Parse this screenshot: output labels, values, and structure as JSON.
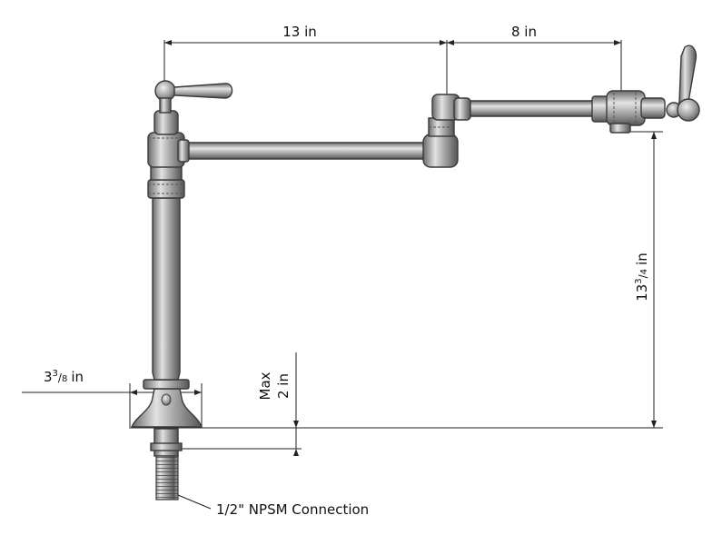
{
  "labels": {
    "dim_top_left": "13 in",
    "dim_top_right": "8 in",
    "dim_height_main": "13",
    "dim_height_num": "3",
    "dim_height_den": "4",
    "dim_height_unit": "in",
    "dim_base_main": "3",
    "dim_base_num": "3",
    "dim_base_den": "8",
    "dim_base_unit": "in",
    "dim_max_line1": "Max",
    "dim_max_line2": "2 in",
    "connection": "1/2\" NPSM Connection"
  },
  "colors": {
    "metal_light": "#d9d9d9",
    "metal_mid": "#9c9c9c",
    "metal_dark": "#5e5e5e",
    "line": "#222222"
  }
}
